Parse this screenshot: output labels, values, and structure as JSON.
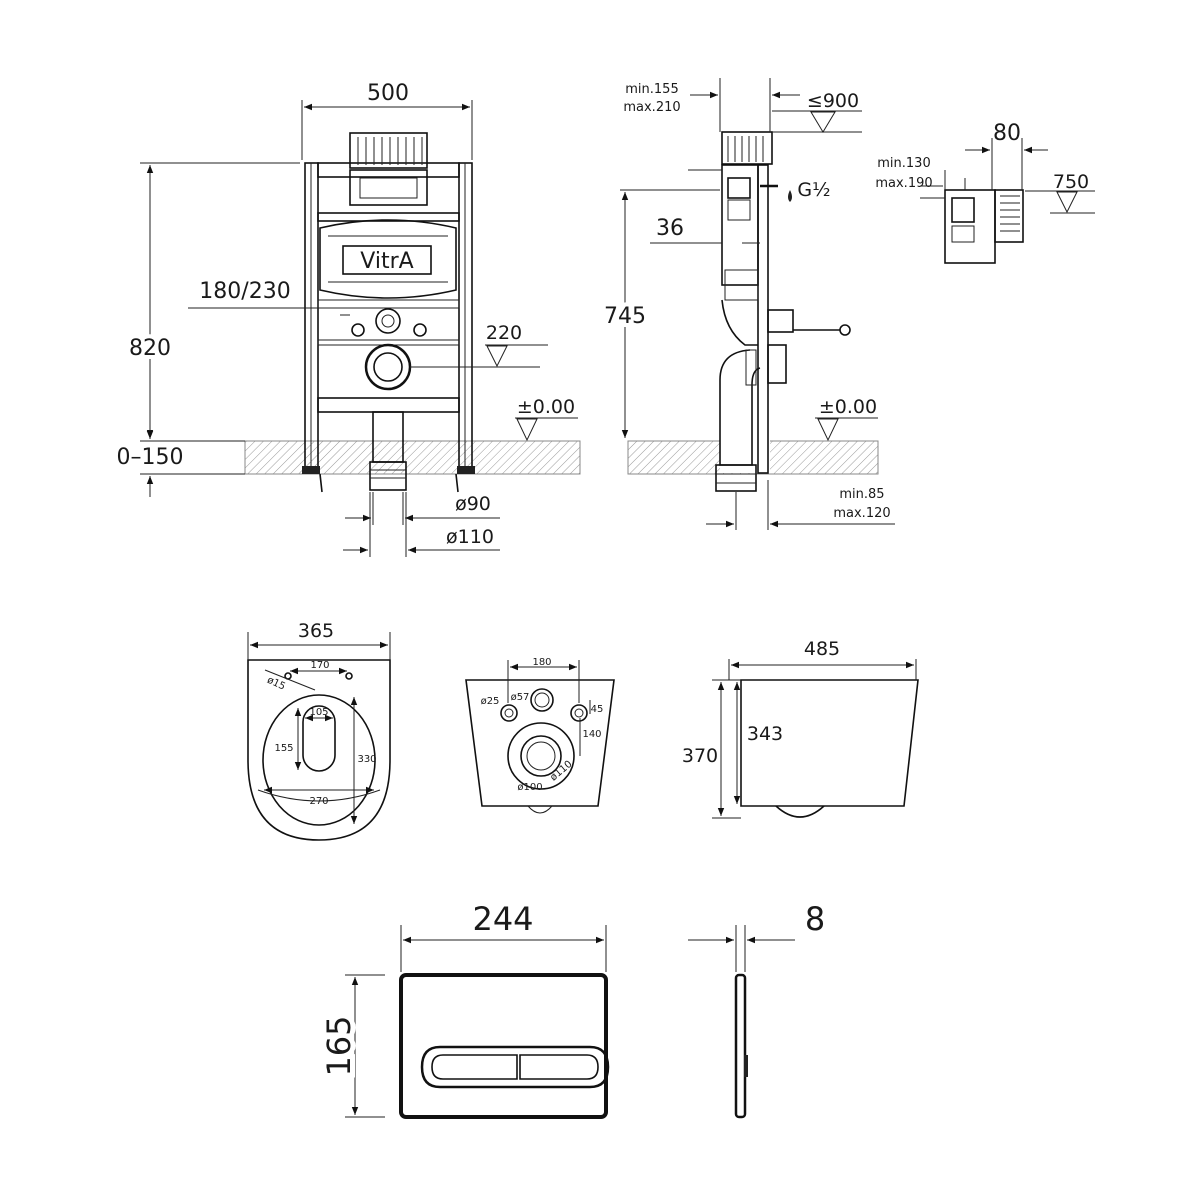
{
  "frame_view": {
    "width": "500",
    "height": "820",
    "adjust": "0–150",
    "outlet_spacing": "180/230",
    "level_220": "220",
    "floor": "±0.00",
    "d90": "ø90",
    "d110": "ø110",
    "brand": "VitrA"
  },
  "side_view": {
    "min155": "min.155",
    "max210": "max.210",
    "le900": "≤900",
    "g_half": "G½",
    "d36": "36",
    "h745": "745",
    "floor": "±0.00",
    "min85": "min.85",
    "max120": "max.120"
  },
  "detail_view": {
    "min130": "min.130",
    "max190": "max.190",
    "d80": "80",
    "h750": "750"
  },
  "bowl_plan": {
    "width": "365",
    "holes": "170",
    "hole_d": "ø15",
    "opening_w": "105",
    "opening_h": "155",
    "bowl_depth": "330",
    "inner_w": "270"
  },
  "bowl_back": {
    "spacing": "180",
    "d57": "ø57",
    "d25": "ø25",
    "d45": "45",
    "d140": "140",
    "d110": "ø110",
    "d100": "ø100"
  },
  "bowl_side": {
    "length": "485",
    "height": "370",
    "inner_h": "343"
  },
  "flush_plate": {
    "width": "244",
    "height": "165",
    "depth": "8"
  }
}
